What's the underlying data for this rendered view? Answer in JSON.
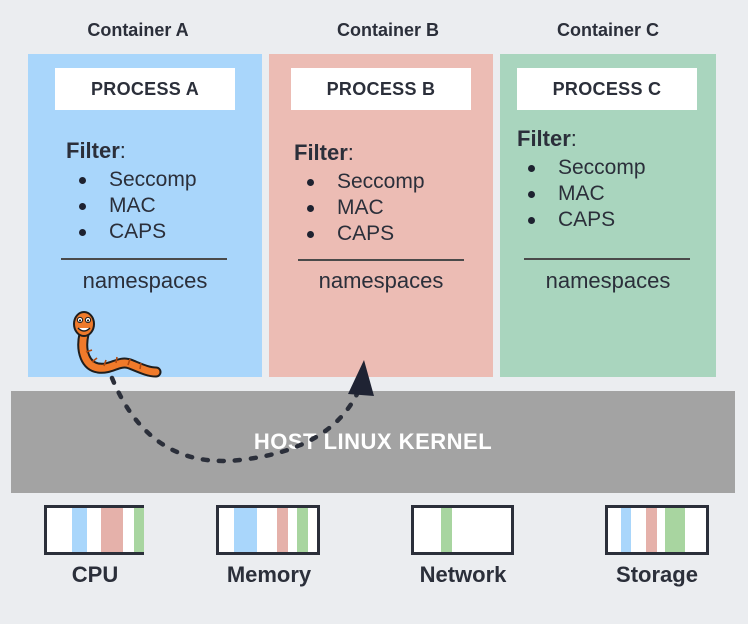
{
  "colors": {
    "container_a": "#a9d6fb",
    "container_b": "#ecbcb4",
    "container_c": "#a9d5be",
    "kernel": "#a3a3a3",
    "stripe_blue": "#a9d6fb",
    "stripe_red": "#e5b1aa",
    "stripe_green": "#a8d5a0"
  },
  "containers": [
    {
      "title": "Container A",
      "process": "PROCESS A",
      "filter_label": "Filter",
      "filter_colon": ":",
      "items": [
        "Seccomp",
        "MAC",
        "CAPS"
      ],
      "namespaces": "namespaces"
    },
    {
      "title": "Container B",
      "process": "PROCESS B",
      "filter_label": "Filter",
      "filter_colon": ":",
      "items": [
        "Seccomp",
        "MAC",
        "CAPS"
      ],
      "namespaces": "namespaces"
    },
    {
      "title": "Container C",
      "process": "PROCESS C",
      "filter_label": "Filter",
      "filter_colon": ":",
      "items": [
        "Seccomp",
        "MAC",
        "CAPS"
      ],
      "namespaces": "namespaces"
    }
  ],
  "kernel": {
    "label": "HOST LINUX KERNEL"
  },
  "resources": [
    {
      "label": "CPU"
    },
    {
      "label": "Memory"
    },
    {
      "label": "Network"
    },
    {
      "label": "Storage"
    }
  ],
  "icons": {
    "worm": "worm-icon",
    "escape_arrow": "dotted-escape-arrow"
  }
}
